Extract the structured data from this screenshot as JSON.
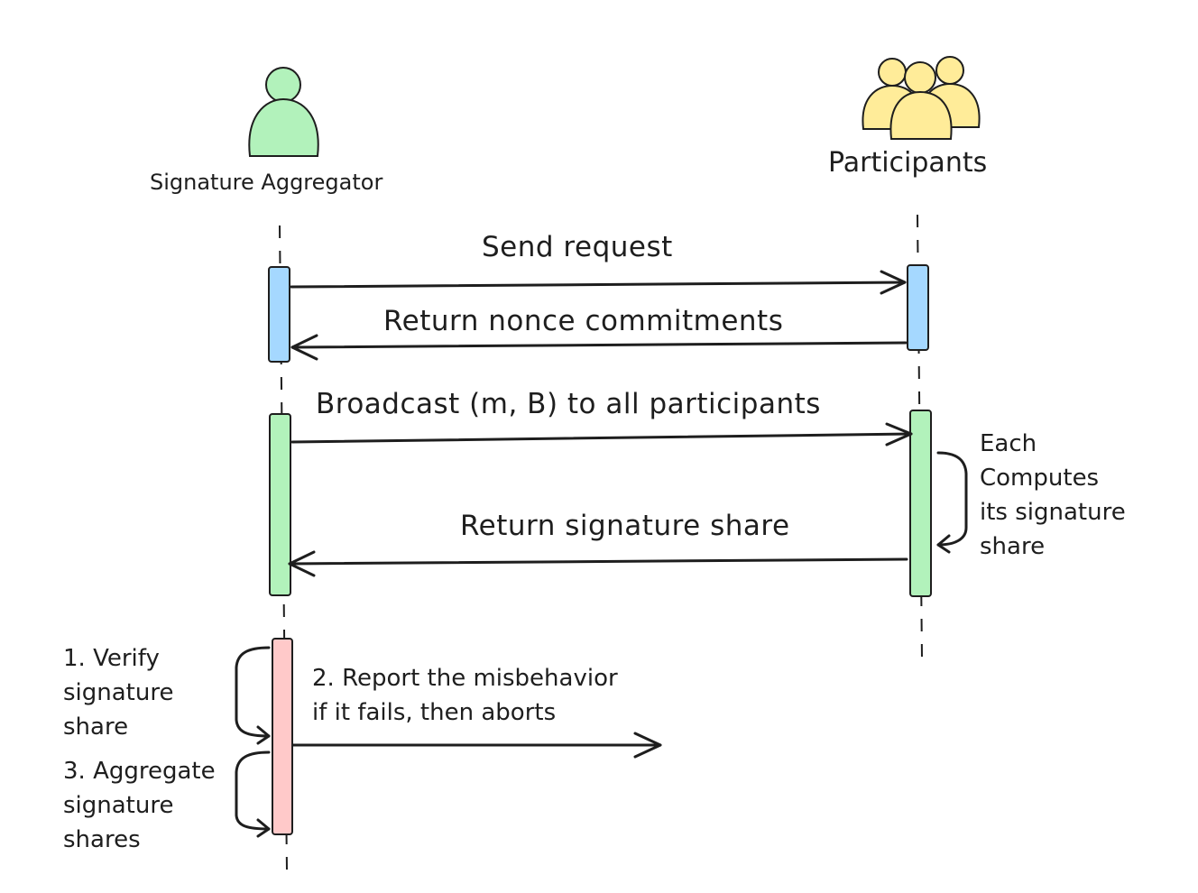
{
  "actors": {
    "aggregator": {
      "label": "Signature Aggregator",
      "icon": "person-icon",
      "color": "#b2f2bb"
    },
    "participants": {
      "label": "Participants",
      "icon": "group-icon",
      "color": "#ffec99"
    }
  },
  "messages": {
    "send_request": "Send request",
    "return_nonce": "Return nonce commitments",
    "broadcast": "Broadcast (m, B) to all participants",
    "return_share": "Return signature share",
    "report": "2. Report the misbehavior\nif it fails, then aborts"
  },
  "notes": {
    "each_computes": "Each\nComputes\nits signature\nshare",
    "verify": "1. Verify\nsignature\nshare",
    "aggregate": "3. Aggregate\nsignature\nshares"
  },
  "colors": {
    "activation_blue": "#a5d8ff",
    "activation_green": "#b2f2bb",
    "activation_red": "#ffc9c9",
    "stroke": "#1e1e1e"
  }
}
